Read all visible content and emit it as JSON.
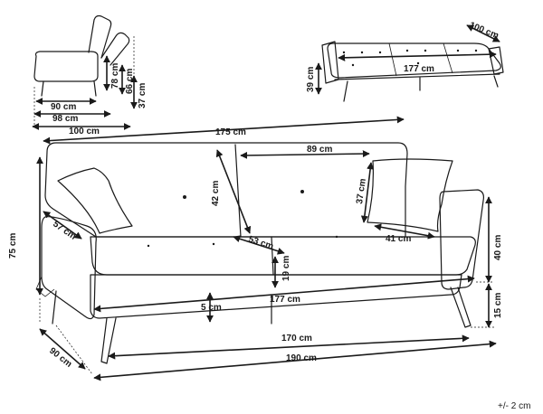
{
  "side_view": {
    "dims": [
      "90 cm",
      "98 cm",
      "100 cm",
      "78 cm",
      "66 cm",
      "37 cm"
    ]
  },
  "bed_view": {
    "dims": [
      "100 cm",
      "177 cm",
      "39 cm"
    ]
  },
  "front_view": {
    "dims": {
      "total_width": "175 cm",
      "seat_width": "89 cm",
      "back_height": "42 cm",
      "cushion_height": "37 cm",
      "arm_depth": "57 cm",
      "seat_depth": "53 cm",
      "cushion_width": "41 cm",
      "total_height": "75 cm",
      "arm_height": "40 cm",
      "seat_thickness": "19 cm",
      "bed_length": "177 cm",
      "leg_clearance": "5 cm",
      "leg_height": "15 cm",
      "leg_span": "170 cm",
      "depth": "90 cm",
      "overall_length": "190 cm"
    }
  },
  "tolerance": "+/- 2 cm"
}
